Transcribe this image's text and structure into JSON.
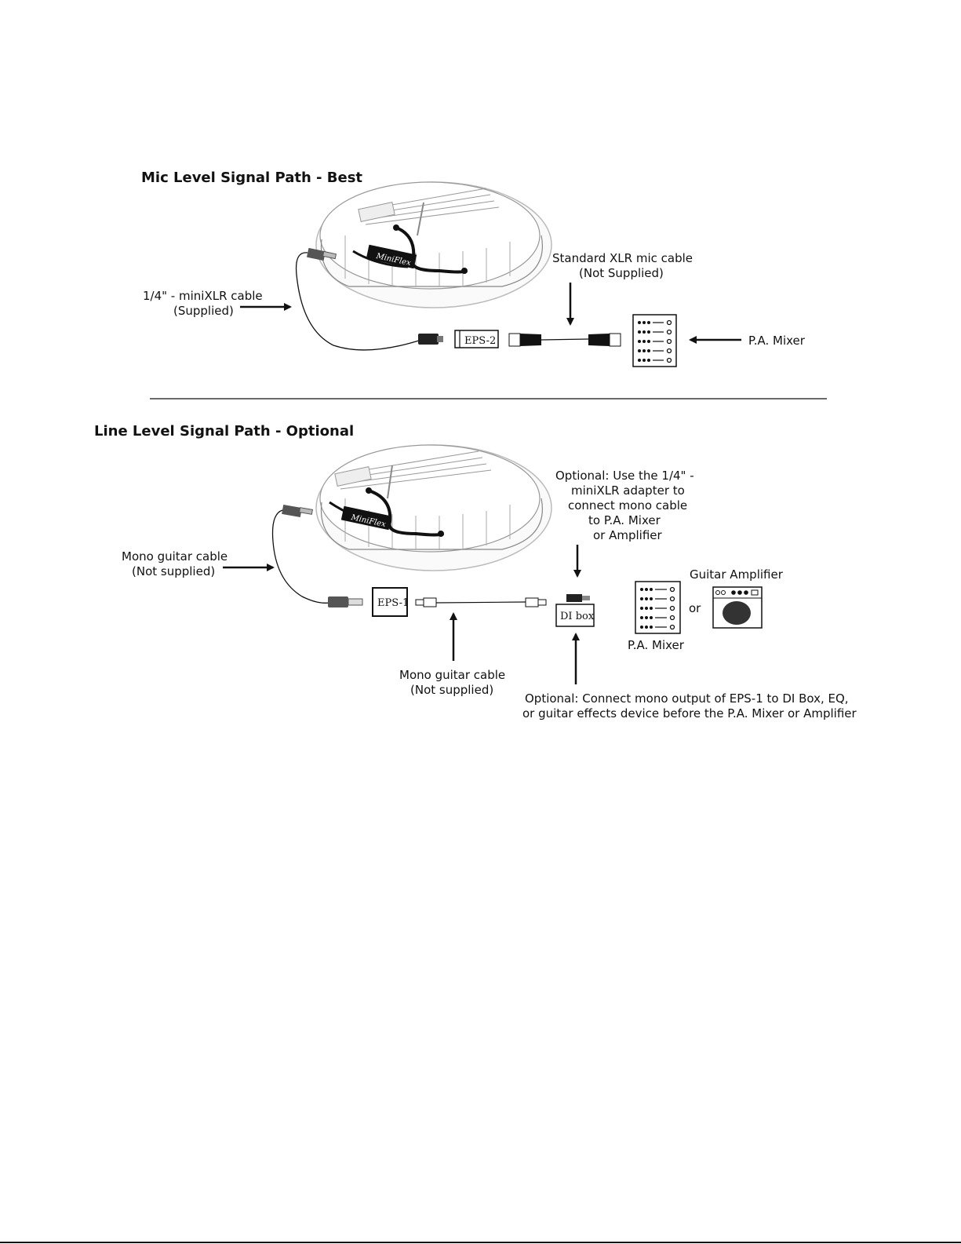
{
  "mic_section": {
    "heading": "Mic Level Signal Path - Best",
    "cable_supplied": {
      "line1": "1/4\" - miniXLR cable",
      "line2": "(Supplied)"
    },
    "xlr_cable": {
      "line1": "Standard XLR mic cable",
      "line2": "(Not Supplied)"
    },
    "device_label": "EPS-2",
    "mixer_label": "P.A. Mixer",
    "pickup_brand": "MiniFlex"
  },
  "line_section": {
    "heading": "Line Level Signal Path - Optional",
    "mono_cable_left": {
      "line1": "Mono guitar cable",
      "line2": "(Not supplied)"
    },
    "adapter_note": {
      "line1": "Optional: Use the 1/4\" -",
      "line2": "miniXLR adapter to",
      "line3": "connect mono cable",
      "line4": "to P.A. Mixer",
      "line5": "or Amplifier"
    },
    "amp_label": "Guitar Amplifier",
    "or_label": "or",
    "mixer_label": "P.A. Mixer",
    "device_label": "EPS-1",
    "di_label": "DI box",
    "mono_cable_bottom": {
      "line1": "Mono guitar cable",
      "line2": "(Not supplied)"
    },
    "di_note": {
      "line1": "Optional: Connect mono output of EPS-1 to DI Box, EQ,",
      "line2": "or guitar effects device before the P.A. Mixer or Amplifier"
    },
    "pickup_brand": "MiniFlex"
  }
}
